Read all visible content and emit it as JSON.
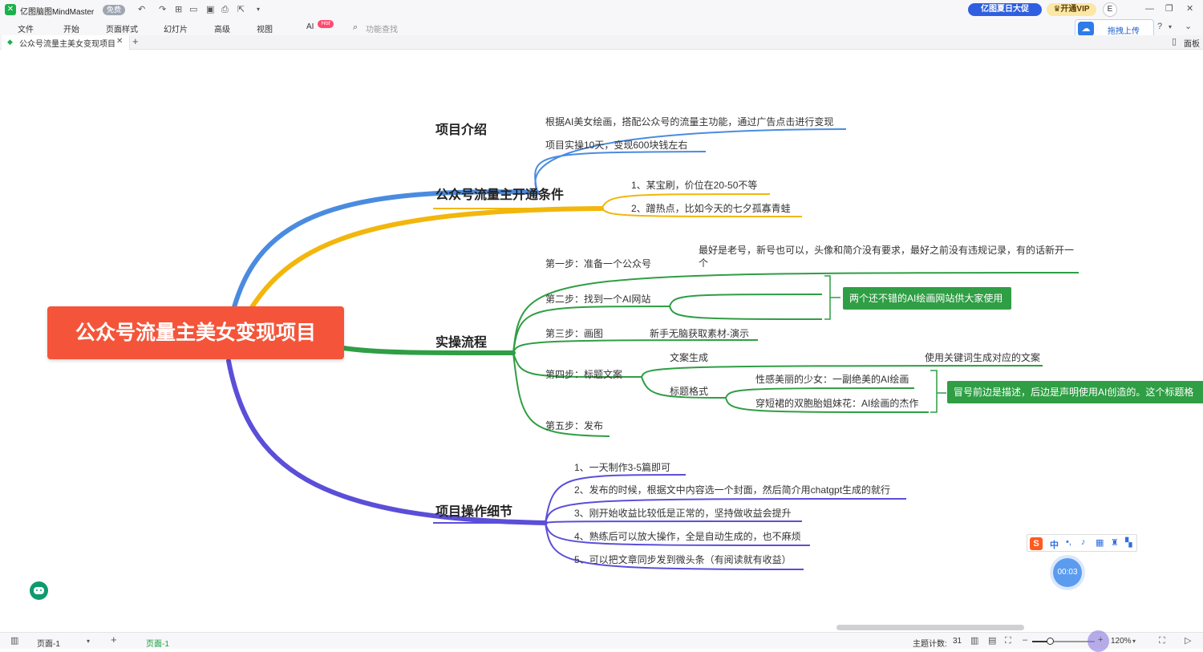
{
  "app": {
    "name": "亿图脑图MindMaster",
    "badge": "免费",
    "promo": "亿图夏日大促",
    "vip": "开通VIP",
    "avatar": "E",
    "upload": "拖拽上传"
  },
  "menu": [
    "文件",
    "开始",
    "页面样式",
    "幻灯片",
    "高级",
    "视图",
    "AI"
  ],
  "menu_hot": "Hot",
  "menu_search": "功能查找",
  "panel_label": "面板",
  "tab": {
    "title": "公众号流量主美女变现项目"
  },
  "mindmap": {
    "root": "公众号流量主美女变现项目",
    "b1": {
      "title": "项目介绍",
      "items": [
        "根据AI美女绘画，搭配公众号的流量主功能，通过广告点击进行变现",
        "项目实操10天，变现600块钱左右"
      ]
    },
    "b2": {
      "title": "公众号流量主开通条件",
      "items": [
        "1、某宝刷，价位在20-50不等",
        "2、蹭热点，比如今天的七夕孤寡青蛙"
      ]
    },
    "b3": {
      "title": "实操流程",
      "step1": "第一步：准备一个公众号",
      "step1_note": "最好是老号，新号也可以，头像和简介没有要求，最好之前没有违规记录，有的话新开一个",
      "step2": "第二步：找到一个AI网站",
      "step2_note": "两个还不错的AI绘画网站供大家使用",
      "step3": "第三步：画图",
      "step3_note": "新手无脑获取素材-演示",
      "step4": "第四步：标题文案",
      "s4_copy": "文案生成",
      "s4_copy_note": "使用关键词生成对应的文案",
      "s4_title": "标题格式",
      "s4_ex1": "性感美丽的少女：一副绝美的AI绘画",
      "s4_ex2": "穿短裙的双胞胎姐妹花：AI绘画的杰作",
      "s4_note": "冒号前边是描述，后边是声明使用AI创造的。这个标题格",
      "step5": "第五步：发布"
    },
    "b4": {
      "title": "项目操作细节",
      "items": [
        "1、一天制作3-5篇即可",
        "2、发布的时候，根据文中内容选一个封面，然后简介用chatgpt生成的就行",
        "3、刚开始收益比较低是正常的，坚持做收益会提升",
        "4、熟练后可以放大操作，全是自动生成的，也不麻烦",
        "5、可以把文章同步发到微头条（有阅读就有收益）"
      ]
    }
  },
  "ime": {
    "lang": "中"
  },
  "timer": "00:03",
  "status": {
    "page_select": "页面-1",
    "page_tab": "页面-1",
    "topic_count_label": "主题计数:",
    "topic_count": "31",
    "zoom": "120%"
  },
  "colors": {
    "root": "#f4553a",
    "blue": "#4a8be0",
    "yellow": "#f2b60c",
    "green": "#2f9e44",
    "purple": "#5b4ed8"
  }
}
